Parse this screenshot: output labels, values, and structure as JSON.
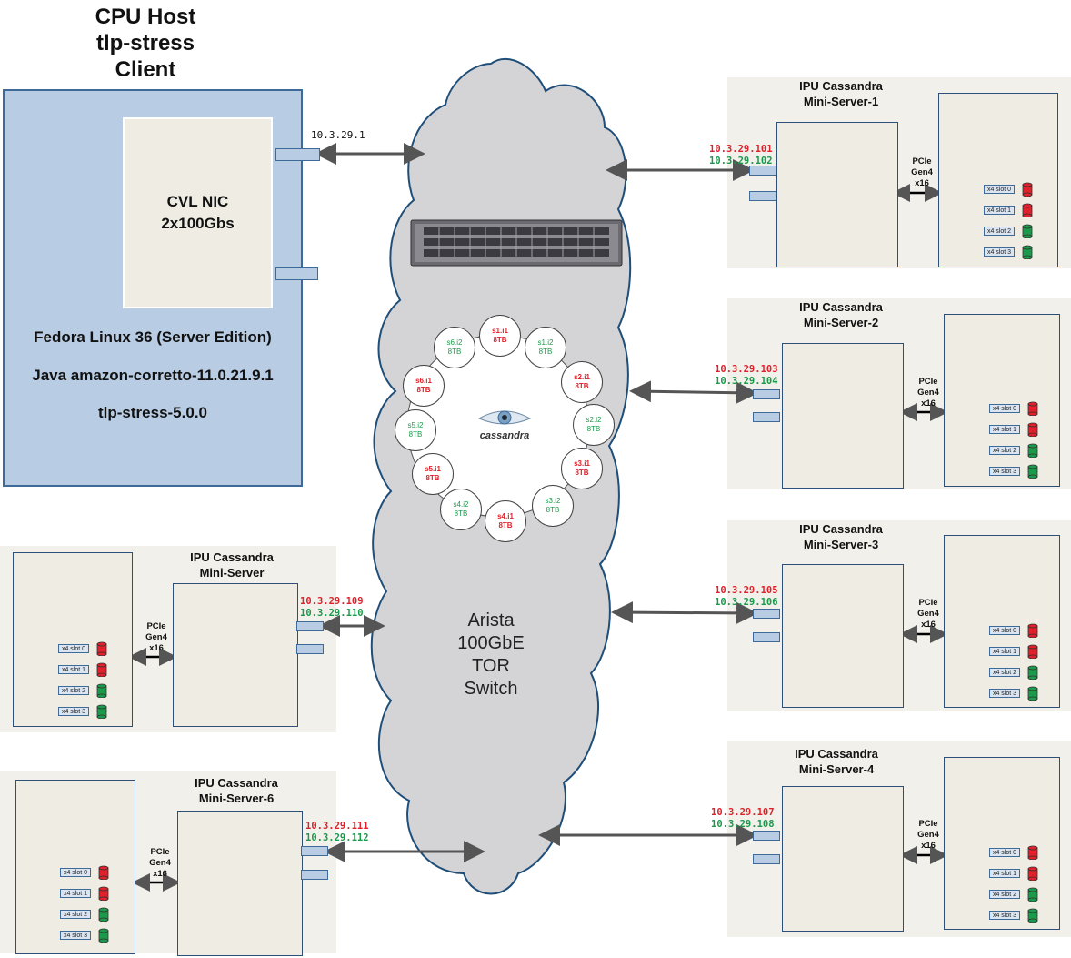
{
  "host": {
    "title_lines": [
      "CPU Host",
      "tlp-stress",
      "Client"
    ],
    "nic_lines": [
      "CVL NIC",
      "2x100Gbs"
    ],
    "os": "Fedora Linux 36 (Server Edition)",
    "java": "Java amazon-corretto-11.0.21.9.1",
    "tool": "tlp-stress-5.0.0",
    "ip": "10.3.29.1"
  },
  "switch": {
    "label_lines": [
      "Arista",
      "100GbE",
      "TOR",
      "Switch"
    ],
    "logo_text": "cassandra"
  },
  "ring": [
    {
      "id": "s1.i1",
      "cap": "8TB",
      "color": "red"
    },
    {
      "id": "s1.i2",
      "cap": "8TB",
      "color": "green"
    },
    {
      "id": "s2.i1",
      "cap": "8TB",
      "color": "red"
    },
    {
      "id": "s2.i2",
      "cap": "8TB",
      "color": "green"
    },
    {
      "id": "s3.i1",
      "cap": "8TB",
      "color": "red"
    },
    {
      "id": "s3.i2",
      "cap": "8TB",
      "color": "green"
    },
    {
      "id": "s4.i1",
      "cap": "8TB",
      "color": "red"
    },
    {
      "id": "s4.i2",
      "cap": "8TB",
      "color": "green"
    },
    {
      "id": "s5.i1",
      "cap": "8TB",
      "color": "red"
    },
    {
      "id": "s5.i2",
      "cap": "8TB",
      "color": "green"
    },
    {
      "id": "s6.i1",
      "cap": "8TB",
      "color": "red"
    },
    {
      "id": "s6.i2",
      "cap": "8TB",
      "color": "green"
    }
  ],
  "slots": [
    {
      "label": "x4 slot 0",
      "color": "red"
    },
    {
      "label": "x4 slot 1",
      "color": "red"
    },
    {
      "label": "x4 slot 2",
      "color": "green"
    },
    {
      "label": "x4 slot 3",
      "color": "green"
    }
  ],
  "pcie_lines": [
    "PCIe",
    "Gen4",
    "x16"
  ],
  "servers": {
    "s1": {
      "title_lines": [
        "IPU Cassandra",
        "Mini-Server-1"
      ],
      "ip_red": "10.3.29.101",
      "ip_green": "10.3.29.102"
    },
    "s2": {
      "title_lines": [
        "IPU Cassandra",
        "Mini-Server-2"
      ],
      "ip_red": "10.3.29.103",
      "ip_green": "10.3.29.104"
    },
    "s3": {
      "title_lines": [
        "IPU Cassandra",
        "Mini-Server-3"
      ],
      "ip_red": "10.3.29.105",
      "ip_green": "10.3.29.106"
    },
    "s4": {
      "title_lines": [
        "IPU Cassandra",
        "Mini-Server-4"
      ],
      "ip_red": "10.3.29.107",
      "ip_green": "10.3.29.108"
    },
    "s5": {
      "title_lines": [
        "IPU Cassandra",
        "Mini-Server"
      ],
      "ip_red": "10.3.29.109",
      "ip_green": "10.3.29.110"
    },
    "s6": {
      "title_lines": [
        "IPU Cassandra",
        "Mini-Server-6"
      ],
      "ip_red": "10.3.29.111",
      "ip_green": "10.3.29.112"
    }
  },
  "colors": {
    "host_fill": "#b8cce4",
    "cloud_fill": "#d4d4d6",
    "red": "#e0202a",
    "green": "#1a9a4a"
  }
}
